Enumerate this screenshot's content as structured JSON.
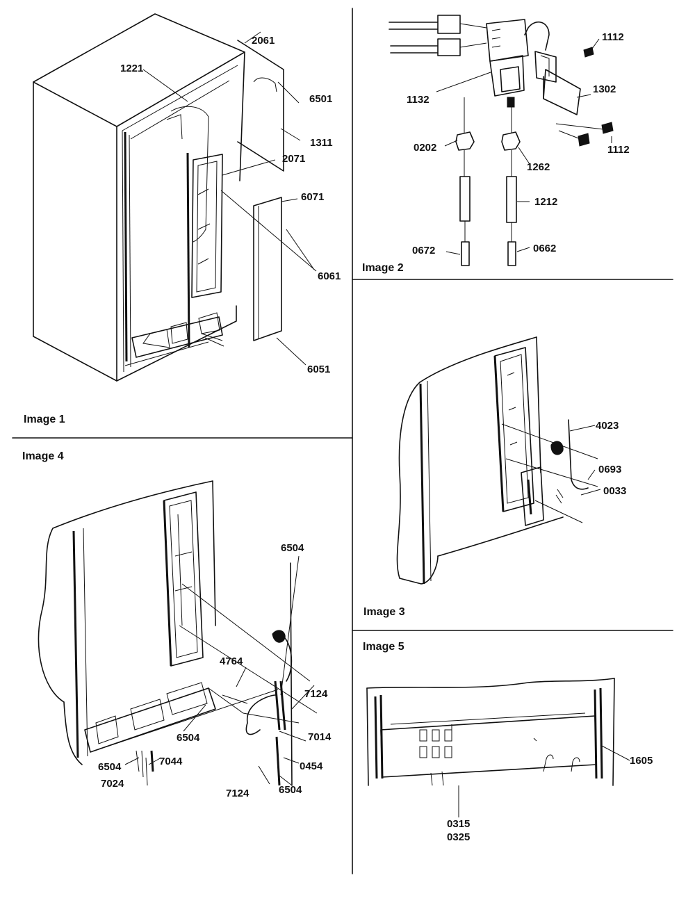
{
  "panels": [
    {
      "caption": "Image 1",
      "callouts": [
        "2061",
        "1221",
        "6501",
        "1311",
        "2071",
        "6071",
        "6061",
        "6051"
      ]
    },
    {
      "caption": "Image 2",
      "callouts": [
        "1112",
        "1132",
        "1302",
        "1112",
        "0202",
        "1262",
        "1212",
        "0672",
        "0662"
      ]
    },
    {
      "caption": "Image 3",
      "callouts": [
        "4023",
        "0693",
        "0033"
      ]
    },
    {
      "caption": "Image 4",
      "callouts": [
        "6504",
        "4764",
        "7124",
        "7014",
        "6504",
        "0454",
        "6504",
        "7044",
        "7024",
        "7124",
        "6504"
      ]
    },
    {
      "caption": "Image 5",
      "callouts": [
        "1605",
        "0315",
        "0325"
      ]
    }
  ]
}
